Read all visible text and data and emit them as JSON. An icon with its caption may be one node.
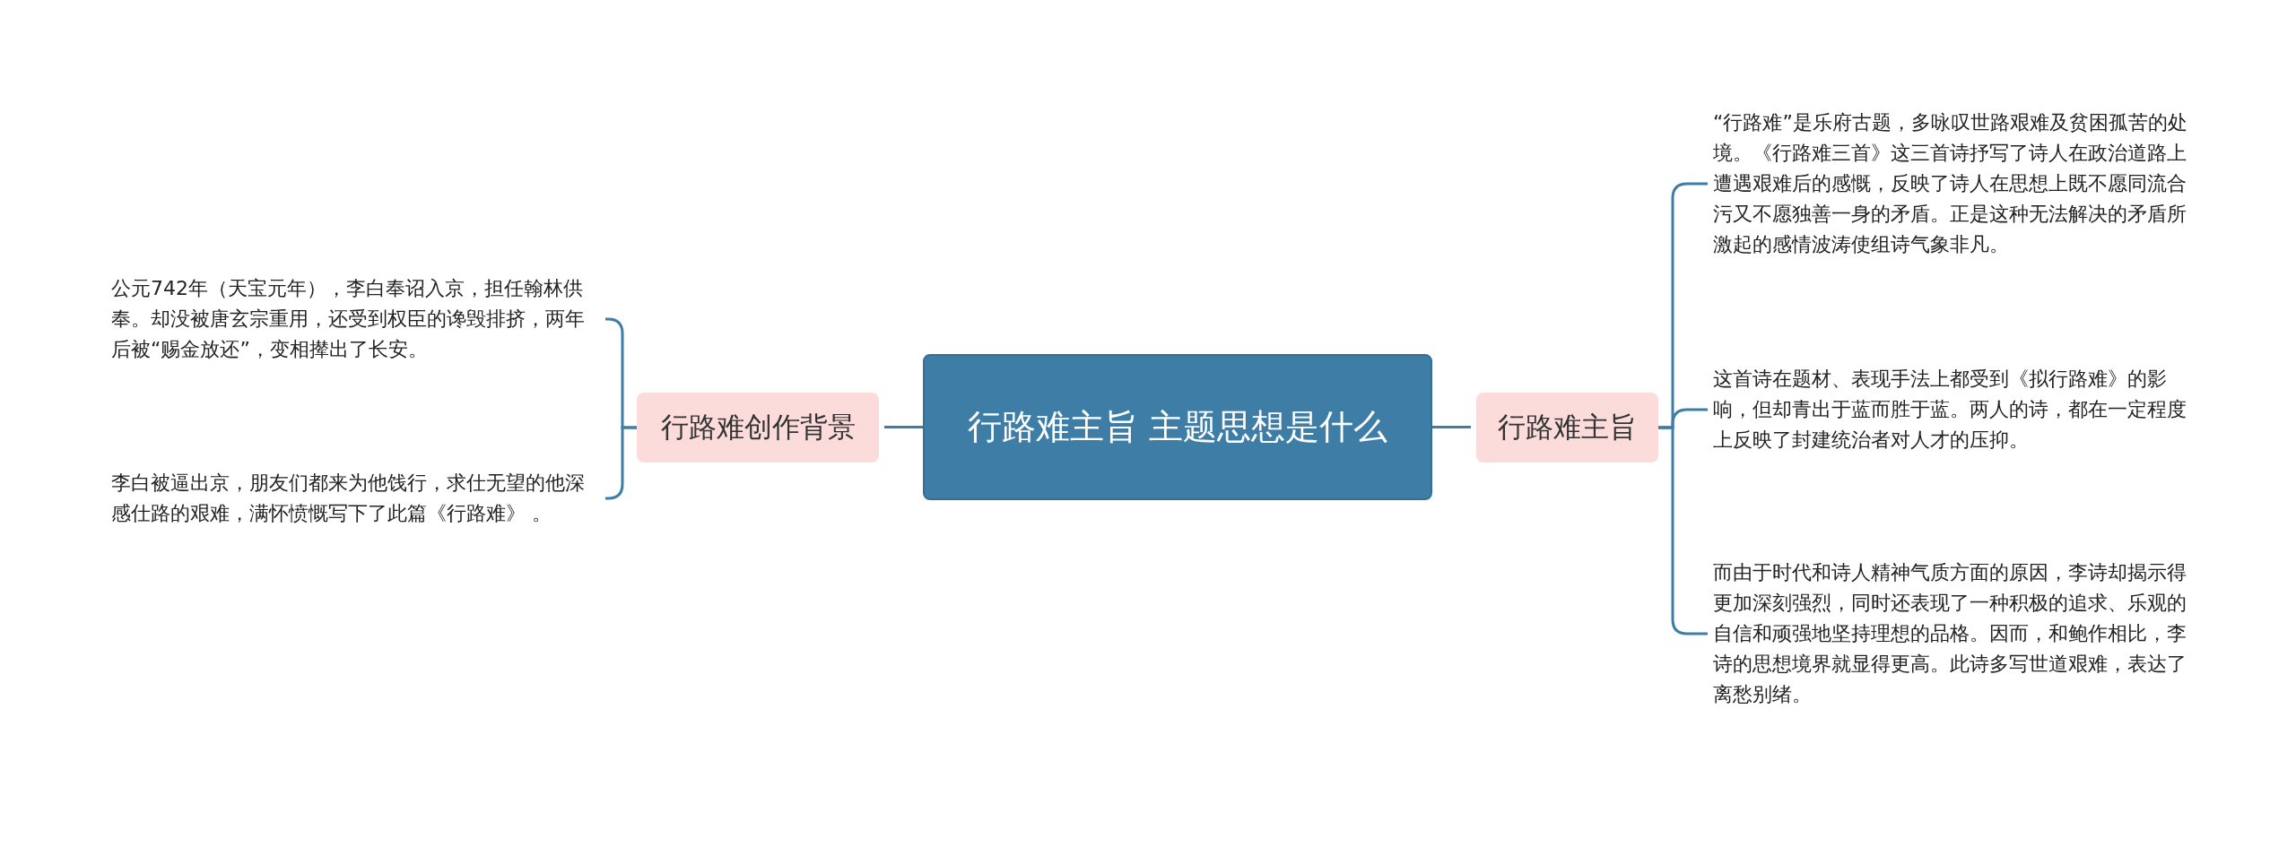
{
  "diagram": {
    "nodes": [
      {
        "text": [
          "行路难主旨 主题思想是什么"
        ]
      },
      {
        "text": [
          "行路难创作背景"
        ]
      },
      {
        "text": [
          "公元742年（天宝元年），李白奉诏入京，担任翰林供奉。却没被唐玄宗重用，还受到权臣的谗毁排挤，两年后被“赐金放还”，变相撵出了长安。"
        ]
      },
      {
        "text": [
          "李白被逼出京，朋友们都来为他饯行，求仕无望的他深感仕路的艰难，满怀愤慨写下了此篇《行路难》 。"
        ]
      },
      {
        "text": [
          "行路难主旨"
        ]
      },
      {
        "text": [
          "“行路难”是乐府古题，多咏叹世路艰难及贫困孤苦的处境。《行路难三首》这三首诗抒写了诗人在政治道路上遭遇艰难后的感慨，反映了诗人在思想上既不愿同流合污又不愿独善一身的矛盾。正是这种无法解决的矛盾所激起的感情波涛使组诗气象非凡。"
        ]
      },
      {
        "text": [
          "这首诗在题材、表现手法上都受到《拟行路难》的影响，但却青出于蓝而胜于蓝。两人的诗，都在一定程度上反映了封建统治者对人才的压抑。"
        ]
      },
      {
        "text": [
          "而由于时代和诗人精神气质方面的原因，李诗却揭示得更加深刻强烈，同时还表现了一种积极的追求、乐观的自信和顽强地坚持理想的品格。因而，和鲍作相比，李诗的思想境界就显得更高。此诗多写世道艰难，表达了离愁别绪。"
        ]
      }
    ],
    "edges": [
      {
        "from": 0,
        "to": 1,
        "arrow": "none"
      },
      {
        "from": 1,
        "to": 2,
        "arrow": "none"
      },
      {
        "from": 1,
        "to": 3,
        "arrow": "none"
      },
      {
        "from": 0,
        "to": 4,
        "arrow": "none"
      },
      {
        "from": 4,
        "to": 5,
        "arrow": "none"
      },
      {
        "from": 4,
        "to": 6,
        "arrow": "none"
      },
      {
        "from": 4,
        "to": 7,
        "arrow": "none"
      }
    ]
  }
}
